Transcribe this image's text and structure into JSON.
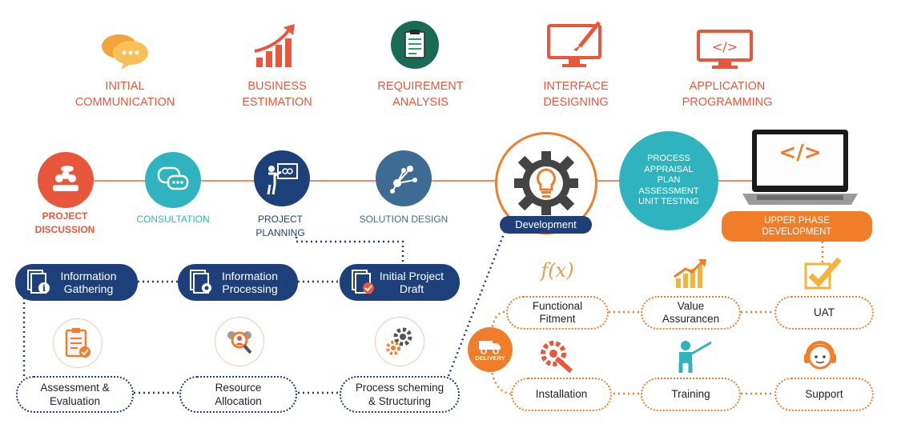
{
  "top_phases": [
    {
      "label": "INITIAL\nCOMMUNICATION",
      "icon": "chat-bubbles-icon"
    },
    {
      "label": "BUSINESS\nESTIMATION",
      "icon": "growth-chart-icon"
    },
    {
      "label": "REQUIREMENT\nANALYSIS",
      "icon": "clipboard-icon"
    },
    {
      "label": "INTERFACE\nDESIGNING",
      "icon": "monitor-brush-icon"
    },
    {
      "label": "APPLICATION\nPROGRAMMING",
      "icon": "monitor-code-icon"
    }
  ],
  "flow": {
    "project_discussion": "PROJECT\nDISCUSSION",
    "consultation": "CONSULTATION",
    "project_planning": "PROJECT\nPLANNING",
    "solution_design": "SOLUTION DESIGN",
    "development": "Development",
    "process_box": "PROCESS\nAPPRAISAL\nPLAN\nASSESSMENT\nUNIT TESTING",
    "laptop_code": "</>",
    "upper_phase": "UPPER PHASE\nDEVELOPMENT"
  },
  "left_steps": {
    "info_gathering": "Information\nGathering",
    "info_processing": "Information\nProcessing",
    "initial_draft": "Initial Project\nDraft",
    "assessment": "Assessment &\nEvaluation",
    "resource": "Resource\nAllocation",
    "process_scheming": "Process scheming\n& Structuring"
  },
  "right_steps": {
    "fx": "f(x)",
    "functional": "Functional\nFitment",
    "value": "Value\nAssurancen",
    "uat": "UAT",
    "installation": "Installation",
    "training": "Training",
    "support": "Support",
    "delivery": "DELIVERY"
  },
  "colors": {
    "orange": "#ef7d2a",
    "red": "#e8573c",
    "teal": "#2fb3bf",
    "navy": "#1d3f7a",
    "slate": "#3d6b94"
  }
}
